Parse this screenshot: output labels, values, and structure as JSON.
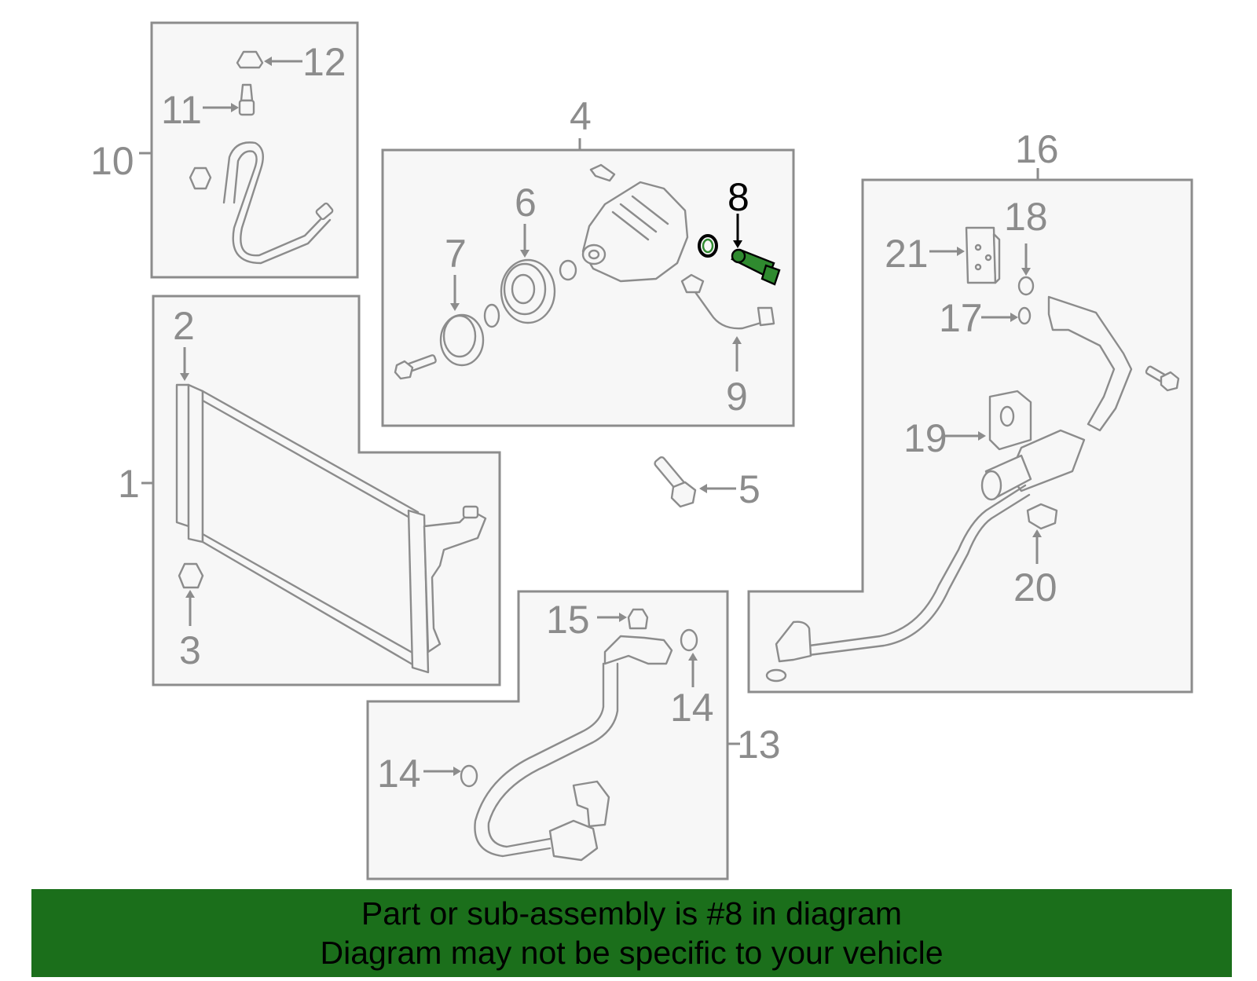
{
  "callouts": {
    "c1": "1",
    "c2": "2",
    "c3": "3",
    "c4": "4",
    "c5": "5",
    "c6": "6",
    "c7": "7",
    "c8": "8",
    "c9": "9",
    "c10": "10",
    "c11": "11",
    "c12": "12",
    "c13": "13",
    "c14a": "14",
    "c14b": "14",
    "c15": "15",
    "c16": "16",
    "c17": "17",
    "c18": "18",
    "c19": "19",
    "c20": "20",
    "c21": "21"
  },
  "highlight_part": "8",
  "colors": {
    "line": "#8c8c8c",
    "box_fill": "#f7f7f7",
    "highlight_fill": "#2f8a2f",
    "banner_bg": "#1b6f1b",
    "banner_text": "#000000"
  },
  "banner": {
    "line1": "Part or sub-assembly is #8 in diagram",
    "line2": "Diagram may not be specific to your vehicle"
  }
}
